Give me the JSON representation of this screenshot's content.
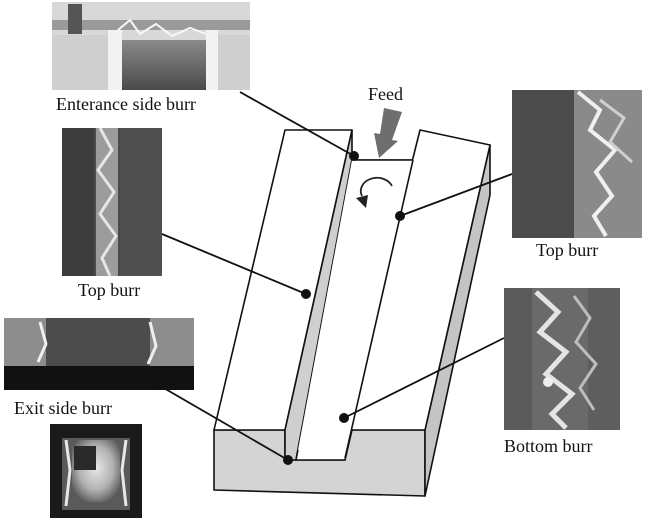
{
  "labels": {
    "feed": "Feed",
    "entrance_side_burr": "Enterance side burr",
    "top_burr_left": "Top burr",
    "top_burr_right": "Top burr",
    "exit_side_burr": "Exit side burr",
    "bottom_burr": "Bottom burr"
  },
  "colors": {
    "part_face": "#ffffff",
    "part_side": "#c9c9c9",
    "part_front": "#d4d4d4",
    "outline": "#111111",
    "sem_dark": "#3a3a3a",
    "sem_mid": "#7a7a7a",
    "sem_light": "#d8d8d8",
    "feed_arrow": "#6e6e6e"
  },
  "icons": {
    "feed_arrow": "down-arrow-icon",
    "rotation": "clockwise-rotation-icon"
  }
}
